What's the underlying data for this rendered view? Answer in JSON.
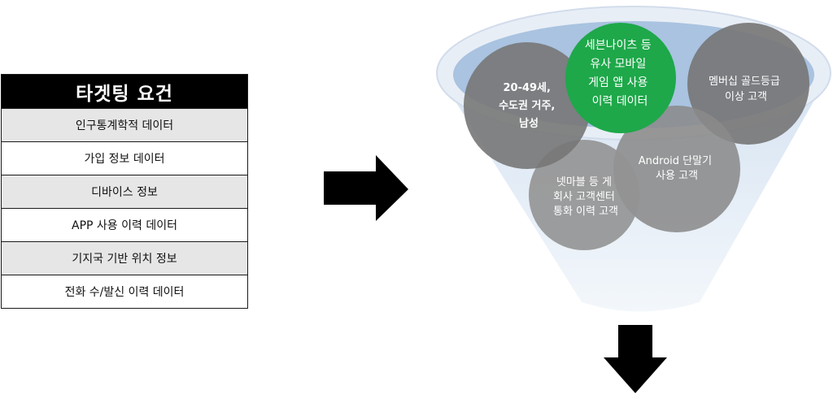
{
  "table": {
    "title": "타겟팅 요건",
    "rows": [
      "인구통계학적 데이터",
      "가입 정보 데이터",
      "디바이스 정보",
      "APP 사용 이력 데이터",
      "기지국 기반 위치 정보",
      "전화 수/발신 이력 데이터"
    ]
  },
  "funnel": {
    "bubbles": [
      {
        "id": "demographic",
        "lines": [
          "20-49세,",
          "수도권 거주,",
          "남성"
        ]
      },
      {
        "id": "membership",
        "lines": [
          "멤버십 골드등급",
          "이상 고객"
        ]
      },
      {
        "id": "android",
        "lines": [
          "Android 단말기",
          "사용 고객"
        ]
      },
      {
        "id": "call-history",
        "lines": [
          "넷마블 등 게",
          "회사 고객센터",
          "통화 이력 고객"
        ]
      },
      {
        "id": "game-app",
        "lines": [
          "세븐나이츠 등",
          "유사 모바일",
          "게임 앱 사용",
          "이력 데이터"
        ]
      }
    ]
  },
  "colors": {
    "header_bg": "#000000",
    "row_shade": "#e6e6e6",
    "funnel_body": "#e3ebf5",
    "funnel_liquid": "#a9c3e0",
    "bubble_gray": "#777777",
    "bubble_highlight": "#1ea84a",
    "arrow": "#000000"
  }
}
